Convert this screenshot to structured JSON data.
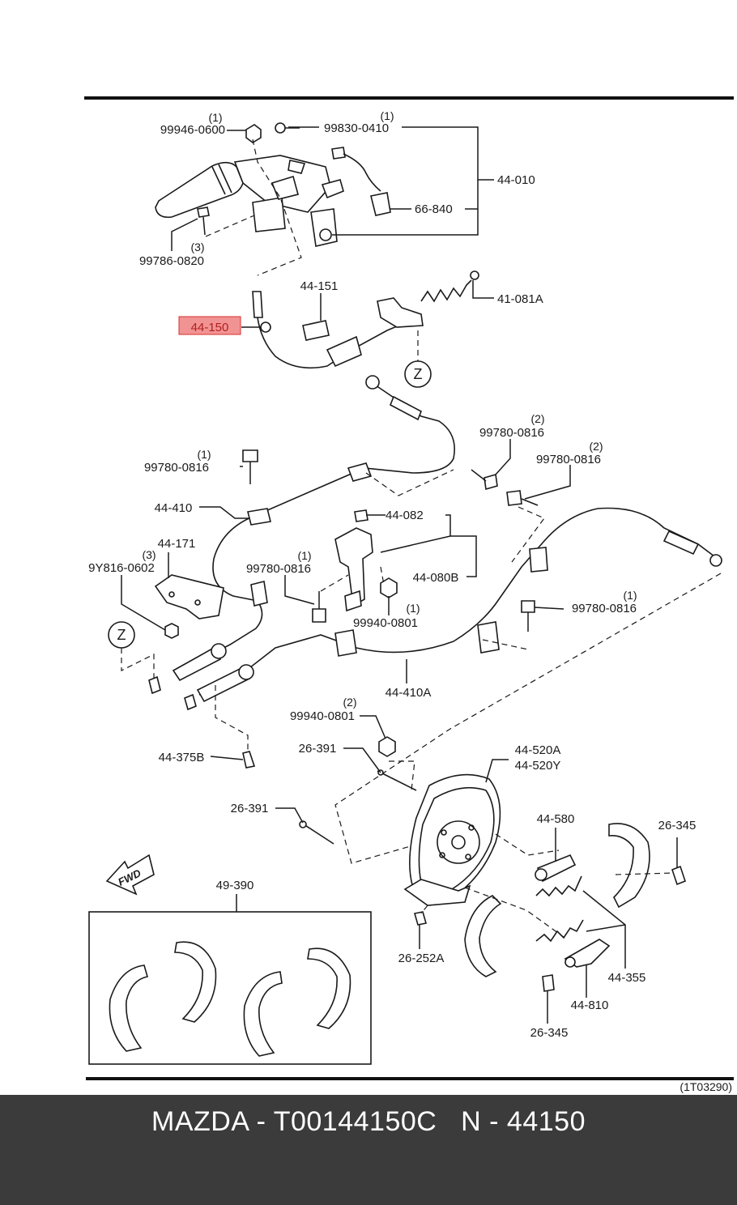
{
  "diagram": {
    "ref_code": "(1T03290)",
    "fwd_label": "FWD",
    "detail_marker": "Z",
    "highlight_color": "#f08080",
    "labels": {
      "p99946_0600": "99946-0600",
      "p99946_qty": "(1)",
      "p99830_0410": "99830-0410",
      "p99830_qty": "(1)",
      "p44_010": "44-010",
      "p66_840": "66-840",
      "p99786_0820": "99786-0820",
      "p99786_qty": "(3)",
      "p44_151": "44-151",
      "p41_081a": "41-081A",
      "p44_150": "44-150",
      "p99780_0816_a": "99780-0816",
      "p99780_a_qty": "(2)",
      "p99780_0816_b": "99780-0816",
      "p99780_b_qty": "(2)",
      "p99780_0816_c": "99780-0816",
      "p99780_c_qty": "(1)",
      "p44_410": "44-410",
      "p44_082": "44-082",
      "p44_080b": "44-080B",
      "p44_171": "44-171",
      "p9y816_0602": "9Y816-0602",
      "p9y816_qty": "(3)",
      "p99780_0816_d": "99780-0816",
      "p99780_d_qty": "(1)",
      "p99940_0801_a": "99940-0801",
      "p99940_a_qty": "(1)",
      "p99780_0816_e": "99780-0816",
      "p99780_e_qty": "(1)",
      "p44_410a": "44-410A",
      "p99940_0801_b": "99940-0801",
      "p99940_b_qty": "(2)",
      "p26_391_a": "26-391",
      "p44_520a": "44-520A",
      "p44_520y": "44-520Y",
      "p44_375b": "44-375B",
      "p26_391_b": "26-391",
      "p44_580": "44-580",
      "p26_345_a": "26-345",
      "p49_390": "49-390",
      "p26_252a": "26-252A",
      "p44_355": "44-355",
      "p44_810": "44-810",
      "p26_345_b": "26-345"
    }
  },
  "caption": {
    "text": "MAZDA - T00144150C   N - 44150"
  }
}
